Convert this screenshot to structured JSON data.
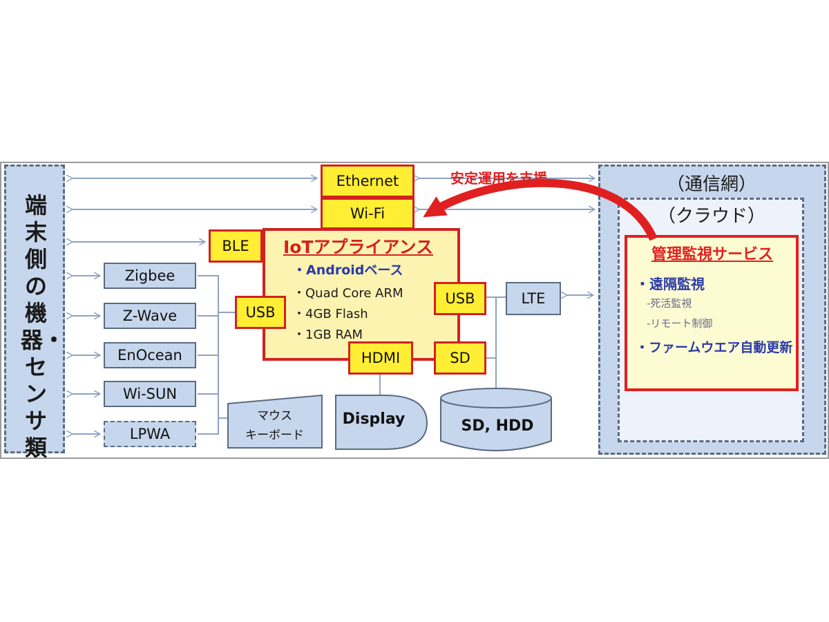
{
  "devices_panel": {
    "label": "端末側の機器・センサ類"
  },
  "network_panel": {
    "label": "（通信網）"
  },
  "cloud_panel": {
    "label": "（クラウド）"
  },
  "service_box": {
    "title": "管理監視サービス",
    "items": [
      "・遠隔監視",
      "-死活監視",
      "-リモート制御",
      "・ファームウエア自動更新"
    ]
  },
  "appliance": {
    "title": "IoTアプライアンス",
    "base": "・Androidベース",
    "specs": [
      "・Quad Core ARM",
      "・4GB Flash",
      "・1GB RAM"
    ]
  },
  "interfaces": {
    "ethernet": "Ethernet",
    "wifi": "Wi-Fi",
    "ble": "BLE",
    "usb_left": "USB",
    "usb_right": "USB",
    "hdmi": "HDMI",
    "sd": "SD"
  },
  "protocols": [
    "Zigbee",
    "Z-Wave",
    "EnOcean",
    "Wi-SUN",
    "LPWA"
  ],
  "peripherals": {
    "mouse_line1": "マウス",
    "mouse_line2": "キーボード",
    "display": "Display",
    "storage": "SD, HDD",
    "lte": "LTE"
  },
  "support_label": "安定運用を支援",
  "colors": {
    "red": "#e02020",
    "yellow": "#ffee33",
    "blue_fill": "#c6d6ec",
    "navy_text": "#2a3aa8"
  }
}
